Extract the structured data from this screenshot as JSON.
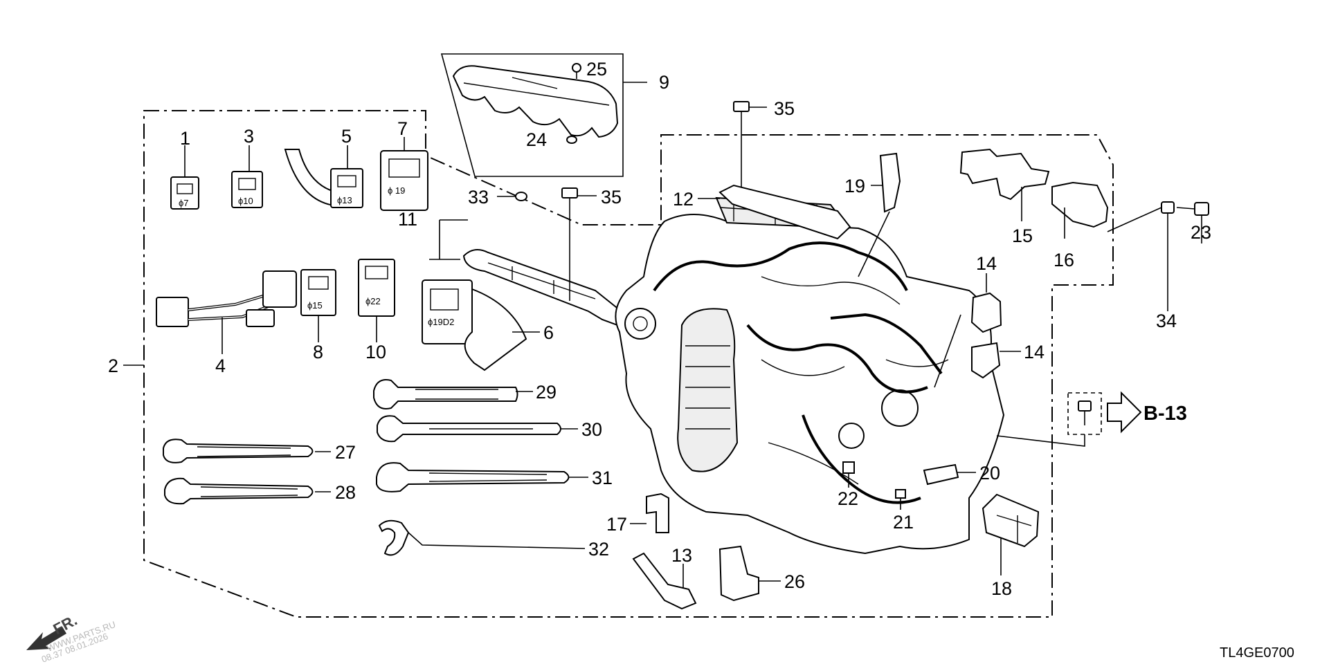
{
  "diagram": {
    "drawing_code": "TL4GE0700",
    "watermark": "08.37 08.01.2026",
    "watermark_site": "WWW.PARTS.RU",
    "front_marker": "FR.",
    "reference": "B-13",
    "dimensions": {
      "d7": "ϕ7",
      "d10": "ϕ10",
      "d13": "ϕ13",
      "d15": "ϕ15",
      "d19": "ϕ 19",
      "d22": "ϕ22",
      "d19d2": "ϕ19D2"
    },
    "callouts": {
      "c1": "1",
      "c2": "2",
      "c3": "3",
      "c4": "4",
      "c5": "5",
      "c6": "6",
      "c7": "7",
      "c8": "8",
      "c9": "9",
      "c10": "10",
      "c11": "11",
      "c12": "12",
      "c13": "13",
      "c14a": "14",
      "c14b": "14",
      "c15": "15",
      "c16": "16",
      "c17": "17",
      "c18": "18",
      "c19": "19",
      "c20": "20",
      "c21": "21",
      "c22": "22",
      "c23": "23",
      "c24": "24",
      "c25": "25",
      "c26": "26",
      "c27": "27",
      "c28": "28",
      "c29": "29",
      "c30": "30",
      "c31": "31",
      "c32": "32",
      "c33": "33",
      "c34": "34",
      "c35a": "35",
      "c35b": "35"
    }
  }
}
